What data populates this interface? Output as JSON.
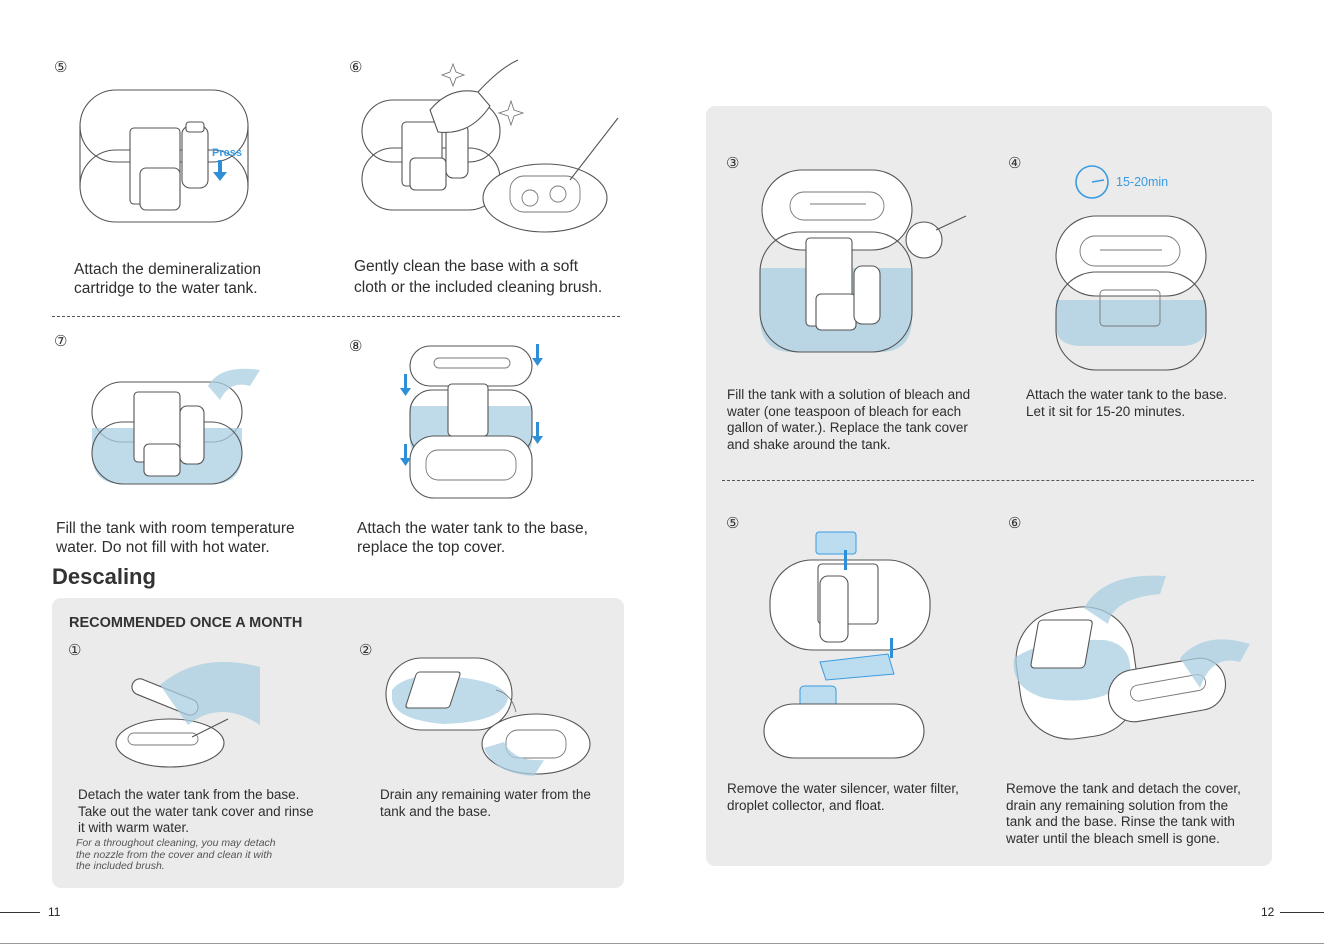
{
  "left": {
    "step5": {
      "num": "⑤",
      "caption": [
        "Attach the demineralization",
        "cartridge to the water tank."
      ],
      "press_label": "Press"
    },
    "step6": {
      "num": "⑥",
      "caption": [
        "Gently clean the base with a soft",
        "cloth or the included cleaning brush."
      ]
    },
    "step7": {
      "num": "⑦",
      "caption": [
        "Fill the tank with room temperature",
        "water. Do not fill with hot water."
      ]
    },
    "step8": {
      "num": "⑧",
      "caption": [
        "Attach the water tank to the base,",
        "replace the top cover."
      ]
    },
    "descaling_title": "Descaling",
    "recommended": "RECOMMENDED ONCE A MONTH",
    "d1": {
      "num": "①",
      "caption": [
        "Detach the water tank from the base.",
        "Take out the water tank cover and rinse",
        "it with warm water."
      ],
      "note": [
        "For a throughout cleaning, you may detach",
        "the nozzle from the cover and clean it with",
        "the included brush."
      ]
    },
    "d2": {
      "num": "②",
      "caption": [
        "Drain any remaining water from the",
        "tank and the base."
      ]
    },
    "page_number": "11"
  },
  "right": {
    "d3": {
      "num": "③",
      "caption": [
        "Fill the tank with a solution of bleach and",
        "water (one teaspoon of bleach for each",
        "gallon of water.). Replace the tank cover",
        "and shake around the tank."
      ]
    },
    "d4": {
      "num": "④",
      "caption": [
        "Attach the water tank to the base.",
        "Let it sit for 15-20 minutes."
      ],
      "timer": "15-20min"
    },
    "d5": {
      "num": "⑤",
      "caption": [
        "Remove the water silencer, water filter,",
        "droplet collector, and float."
      ]
    },
    "d6": {
      "num": "⑥",
      "caption": [
        "Remove the tank and detach the cover,",
        "drain any remaining solution from the",
        "tank and the base. Rinse the tank with",
        "water until the bleach smell is gone."
      ]
    },
    "page_number": "12"
  },
  "colors": {
    "panel": "#ebebeb",
    "accent_blue": "#3a9be0",
    "water": "#a9cfe2"
  }
}
